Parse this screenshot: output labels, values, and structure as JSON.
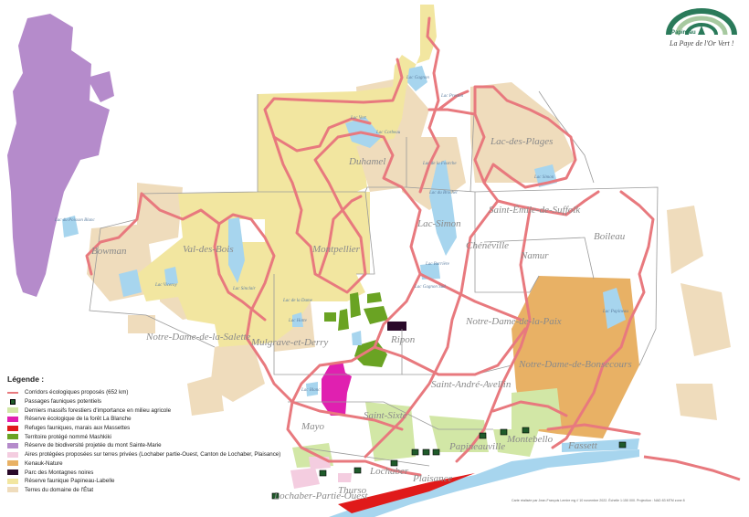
{
  "logo": {
    "name": "Papineau",
    "tagline": "La Paye de l'Or Vert !"
  },
  "municipalities": [
    {
      "key": "duhamel",
      "label": "Duhamel"
    },
    {
      "key": "lac_des_plages",
      "label": "Lac-des-Plages"
    },
    {
      "key": "bowman",
      "label": "Bowman"
    },
    {
      "key": "val_des_bois",
      "label": "Val-des-Bois"
    },
    {
      "key": "montpellier",
      "label": "Montpellier"
    },
    {
      "key": "lac_simon",
      "label": "Lac-Simon"
    },
    {
      "key": "saint_emile",
      "label": "Saint-Émile-de-Suffolk"
    },
    {
      "key": "cheneville",
      "label": "Chénéville"
    },
    {
      "key": "namur",
      "label": "Namur"
    },
    {
      "key": "boileau",
      "label": "Boileau"
    },
    {
      "key": "ndl_salette",
      "label": "Notre-Dame-de-la-Salette"
    },
    {
      "key": "mulgrave",
      "label": "Mulgrave-et-Derry"
    },
    {
      "key": "ripon",
      "label": "Ripon"
    },
    {
      "key": "ndl_paix",
      "label": "Notre-Dame-de-la-Paix"
    },
    {
      "key": "ndl_bonsecours",
      "label": "Notre-Dame-de-Bonsecours"
    },
    {
      "key": "saint_andre",
      "label": "Saint-André-Avellin"
    },
    {
      "key": "mayo",
      "label": "Mayo"
    },
    {
      "key": "saint_sixte",
      "label": "Saint-Sixte"
    },
    {
      "key": "papineauville",
      "label": "Papineauville"
    },
    {
      "key": "montebello",
      "label": "Montebello"
    },
    {
      "key": "fassett",
      "label": "Fassett"
    },
    {
      "key": "lochaber",
      "label": "Lochaber"
    },
    {
      "key": "plaisance",
      "label": "Plaisance"
    },
    {
      "key": "thurso",
      "label": "Thurso"
    },
    {
      "key": "lochaber_ouest",
      "label": "Lochaber-Partie-Ouest"
    }
  ],
  "lakes": [
    {
      "key": "l1",
      "label": "Lac Gagnon"
    },
    {
      "key": "l2",
      "label": "Lac Preston"
    },
    {
      "key": "l3",
      "label": "Lac Vert"
    },
    {
      "key": "l4",
      "label": "Lac Corbeau"
    },
    {
      "key": "l5",
      "label": "Lac de la Fourche"
    },
    {
      "key": "l6",
      "label": "Lac du Brochet"
    },
    {
      "key": "l7",
      "label": "Lac Simon"
    },
    {
      "key": "l8",
      "label": "Lac Barrière"
    },
    {
      "key": "l9",
      "label": "Lac Gagnon Sud"
    },
    {
      "key": "l10",
      "label": "Lac de la Dame"
    },
    {
      "key": "l11",
      "label": "Lac Hotte"
    },
    {
      "key": "l12",
      "label": "Lac Papineau"
    },
    {
      "key": "l13",
      "label": "Lac Blanc"
    },
    {
      "key": "l14",
      "label": "Lac Sinclair"
    },
    {
      "key": "l15",
      "label": "Lac Viceroy"
    },
    {
      "key": "l16",
      "label": "Lac du Poisson Blanc"
    }
  ],
  "legend": {
    "title": "Légende :",
    "items": [
      {
        "label": "Corridors écologiques proposés (652 km)",
        "color": "#e8797e",
        "kind": "line"
      },
      {
        "label": "Passages fauniques potentiels",
        "color": "#1f5a2a",
        "kind": "point"
      },
      {
        "label": "Derniers massifs forestiers d'importance en milieu agricole",
        "color": "#d2e7a6",
        "kind": "fill"
      },
      {
        "label": "Réserve écologique de la forêt La Blanche",
        "color": "#e020b0",
        "kind": "fill"
      },
      {
        "label": "Refuges fauniques, marais aux Massettes",
        "color": "#e01a1a",
        "kind": "fill"
      },
      {
        "label": "Territoire protégé nommé Mashkiki",
        "color": "#6aa323",
        "kind": "fill"
      },
      {
        "label": "Réserve de biodiversité projetée du mont Sainte-Marie",
        "color": "#b58bcb",
        "kind": "fill"
      },
      {
        "label": "Aires protégées proposées sur terres privées (Lochaber partie-Ouest, Canton de Lochaber, Plaisance)",
        "color": "#f4cde0",
        "kind": "fill"
      },
      {
        "label": "Kenauk-Nature",
        "color": "#e8b165",
        "kind": "fill"
      },
      {
        "label": "Parc des Montagnes noires",
        "color": "#2a0a2a",
        "kind": "fill"
      },
      {
        "label": "Réserve faunique Papineau-Labelle",
        "color": "#f2e6a0",
        "kind": "fill"
      },
      {
        "label": "Terres du domaine de l'État",
        "color": "#efdcbc",
        "kind": "fill"
      }
    ]
  },
  "credit": "Carte réalisée par Jean-François Lemire mg // 10 novembre 2022. Échelle 1:150 000. Projection : NAD 83 MTM zone 8"
}
